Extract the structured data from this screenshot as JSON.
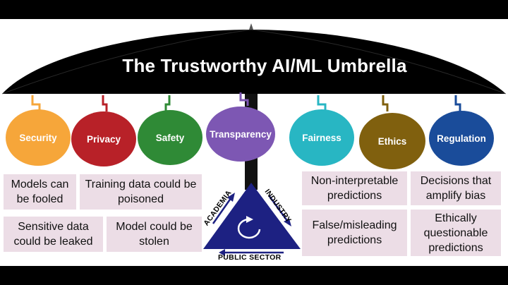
{
  "title": "The Trustworthy AI/ML Umbrella",
  "categories": [
    {
      "label": "Security",
      "color": "#f6a63a",
      "hook": "#f6a63a"
    },
    {
      "label": "Privacy",
      "color": "#b82128",
      "hook": "#b82128"
    },
    {
      "label": "Safety",
      "color": "#2f8a36",
      "hook": "#2f8a36"
    },
    {
      "label": "Transparency",
      "color": "#7d57b3",
      "hook": "#7d57b3"
    },
    {
      "label": "Fairness",
      "color": "#28b6c3",
      "hook": "#28b6c3"
    },
    {
      "label": "Ethics",
      "color": "#80600e",
      "hook": "#80600e"
    },
    {
      "label": "Regulation",
      "color": "#1a4c9a",
      "hook": "#1a4c9a"
    }
  ],
  "risks": {
    "models_fooled": "Models can be fooled",
    "data_poisoned": "Training data could be poisoned",
    "data_leaked": "Sensitive data could be leaked",
    "model_stolen": "Model could be stolen",
    "non_interpretable": "Non-interpretable predictions",
    "amplify_bias": "Decisions that amplify bias",
    "misleading": "False/misleading predictions",
    "ethically_questionable": "Ethically questionable predictions"
  },
  "stakeholders": {
    "left": "ACADEMIA",
    "right": "INDUSTRY",
    "bottom": "PUBLIC SECTOR"
  }
}
